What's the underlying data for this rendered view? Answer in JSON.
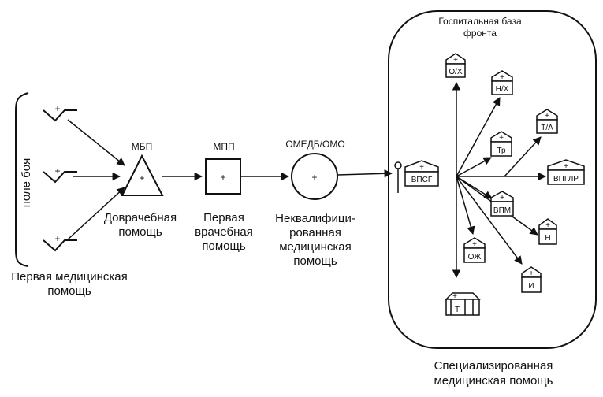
{
  "battlefield": {
    "label": "поле боя"
  },
  "first_aid": {
    "line1": "Первая медицинская",
    "line2": "помощь",
    "marker": "+"
  },
  "mbp": {
    "title": "МБП",
    "line1": "Доврачебная",
    "line2": "помощь",
    "marker": "+"
  },
  "mpp": {
    "title": "МПП",
    "line1": "Первая",
    "line2": "врачебная",
    "line3": "помощь",
    "marker": "+"
  },
  "omedb": {
    "title": "ОМЕДБ/ОМО",
    "line1": "Неквалифици-",
    "line2": "рованная",
    "line3": "медицинская",
    "line4": "помощь",
    "marker": "+"
  },
  "hospital_base": {
    "title_line1": "Госпитальная база",
    "title_line2": "фронта",
    "footer_line1": "Специализированная",
    "footer_line2": "медицинская помощь",
    "units": {
      "vpsg": "ВПСГ",
      "ox": "О/Х",
      "nx": "Н/Х",
      "ta": "Т/А",
      "tr": "Тр",
      "vpglr": "ВПГЛР",
      "vpm": "ВПМ",
      "n": "Н",
      "oj": "ОЖ",
      "i": "И",
      "t": "Т"
    },
    "marker": "+"
  }
}
